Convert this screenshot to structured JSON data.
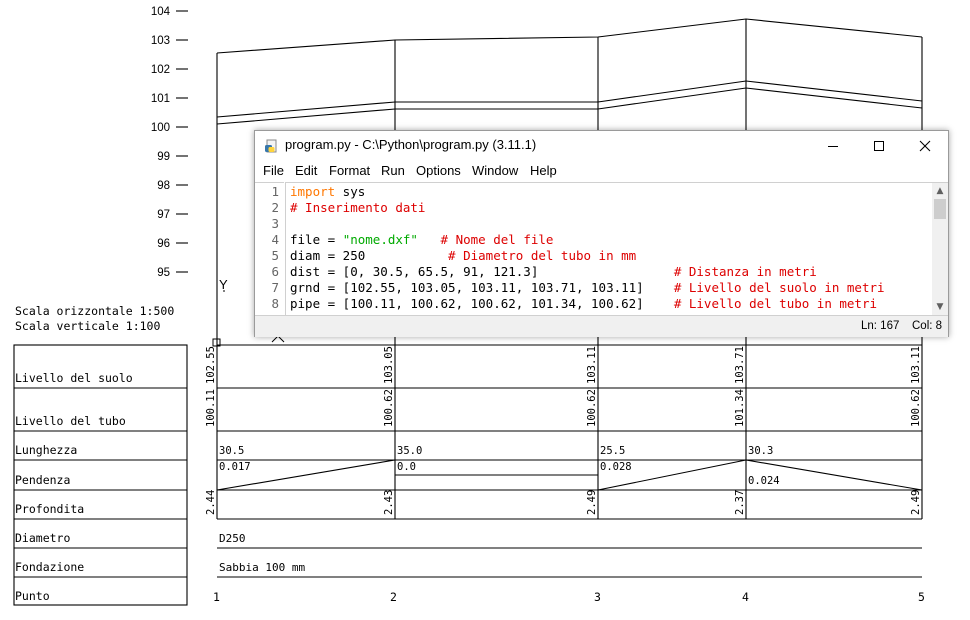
{
  "drawing": {
    "scale_horizontal": "Scala orizzontale 1:500",
    "scale_vertical": "Scala verticale 1:100",
    "axis_ticks": [
      "104",
      "103",
      "102",
      "101",
      "100",
      "99",
      "98",
      "97",
      "96",
      "95"
    ],
    "ucs_label": "Y",
    "row_labels": [
      "Livello del suolo",
      "Livello del tubo",
      "Lunghezza",
      "Pendenza",
      "Profondita",
      "Diametro",
      "Fondazione",
      "Punto"
    ],
    "ground_levels": [
      "102.55",
      "103.05",
      "103.11",
      "103.71",
      "103.11"
    ],
    "pipe_levels": [
      "100.11",
      "100.62",
      "100.62",
      "101.34",
      "100.62"
    ],
    "lengths": [
      "30.5",
      "35.0",
      "25.5",
      "30.3"
    ],
    "slopes": [
      "0.017",
      "0.0",
      "0.028",
      "0.024"
    ],
    "depths": [
      "2.44",
      "2.43",
      "2.49",
      "2.37",
      "2.49"
    ],
    "diameter": "D250",
    "foundation": "Sabbia 100 mm",
    "points": [
      "1",
      "2",
      "3",
      "4",
      "5"
    ]
  },
  "window": {
    "title": "program.py - C:\\Python\\program.py (3.11.1)",
    "menu": [
      "File",
      "Edit",
      "Format",
      "Run",
      "Options",
      "Window",
      "Help"
    ],
    "line_numbers": [
      "1",
      "2",
      "3",
      "4",
      "5",
      "6",
      "7",
      "8"
    ],
    "code": {
      "l1_kw": "import",
      "l1_rest": " sys",
      "l2_comment": "# Inserimento dati",
      "l4_code": "file = ",
      "l4_str": "\"nome.dxf\"",
      "l4_pad": "   ",
      "l4_comment": "# Nome del file",
      "l5_code": "diam = 250           ",
      "l5_comment": "# Diametro del tubo in mm",
      "l6_code": "dist = [0, 30.5, 65.5, 91, 121.3]                  ",
      "l6_comment": "# Distanza in metri",
      "l7_code": "grnd = [102.55, 103.05, 103.11, 103.71, 103.11]    ",
      "l7_comment": "# Livello del suolo in metri",
      "l8_code": "pipe = [100.11, 100.62, 100.62, 101.34, 100.62]    ",
      "l8_comment": "# Livello del tubo in metri"
    },
    "status_ln": "Ln: 167",
    "status_col": "Col: 8"
  }
}
